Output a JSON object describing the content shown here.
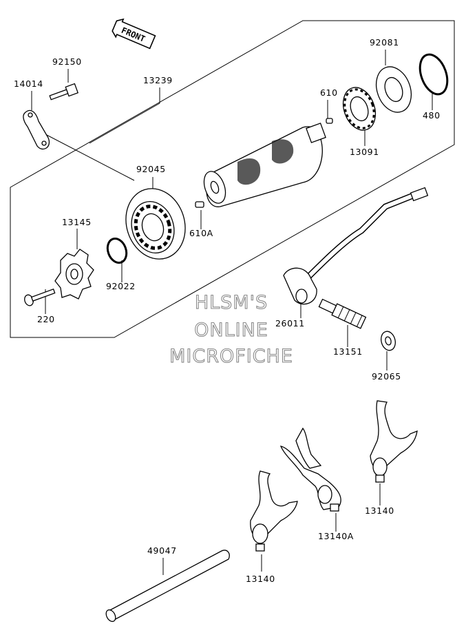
{
  "front_label": "FRONT",
  "watermark": {
    "line1": "HLSM'S",
    "line2": "ONLINE",
    "line3": "MICROFICHE"
  },
  "callouts": {
    "p92150": "92150",
    "p14014": "14014",
    "p13239": "13239",
    "p92081": "92081",
    "p610": "610",
    "p480": "480",
    "p13091": "13091",
    "p92045": "92045",
    "p610A": "610A",
    "p13145": "13145",
    "p92022": "92022",
    "p220": "220",
    "p26011": "26011",
    "p13151": "13151",
    "p92065": "92065",
    "p13140A": "13140A",
    "p13140_right": "13140",
    "p13140_left": "13140",
    "p49047": "49047"
  }
}
